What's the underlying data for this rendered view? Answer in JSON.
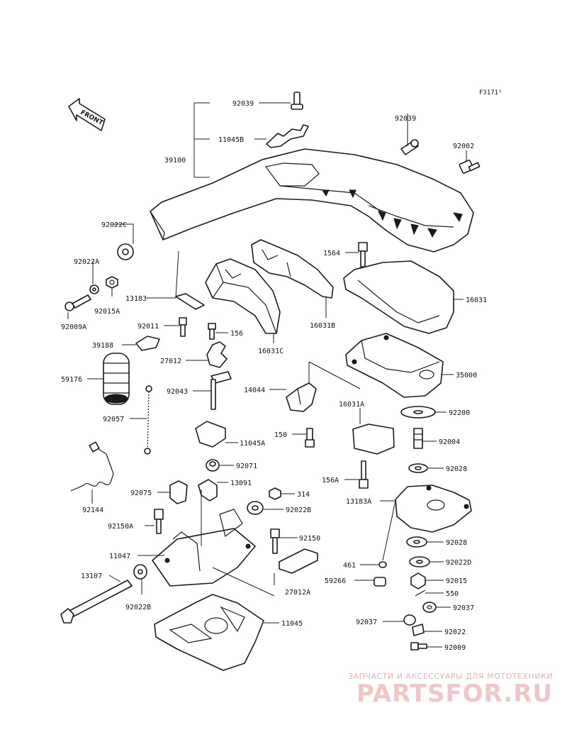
{
  "diagram": {
    "code": "F3171¹",
    "front_label": "FRONT",
    "callouts": [
      {
        "id": "c01",
        "label": "92039"
      },
      {
        "id": "c02",
        "label": "11045B"
      },
      {
        "id": "c03",
        "label": "39100"
      },
      {
        "id": "c04",
        "label": "92039"
      },
      {
        "id": "c05",
        "label": "92002"
      },
      {
        "id": "c06",
        "label": "92022C"
      },
      {
        "id": "c07",
        "label": "92022A"
      },
      {
        "id": "c08",
        "label": "92015A"
      },
      {
        "id": "c09",
        "label": "92009A"
      },
      {
        "id": "c10",
        "label": "13183"
      },
      {
        "id": "c11",
        "label": "1564"
      },
      {
        "id": "c12",
        "label": "16031"
      },
      {
        "id": "c13",
        "label": "16031B"
      },
      {
        "id": "c14",
        "label": "92011"
      },
      {
        "id": "c15",
        "label": "156"
      },
      {
        "id": "c16",
        "label": "39188"
      },
      {
        "id": "c17",
        "label": "16031C"
      },
      {
        "id": "c18",
        "label": "27012"
      },
      {
        "id": "c19",
        "label": "35000"
      },
      {
        "id": "c20",
        "label": "59176"
      },
      {
        "id": "c21",
        "label": "92043"
      },
      {
        "id": "c22",
        "label": "14044"
      },
      {
        "id": "c23",
        "label": "16031A"
      },
      {
        "id": "c24",
        "label": "92200"
      },
      {
        "id": "c25",
        "label": "92057"
      },
      {
        "id": "c26",
        "label": "11045A"
      },
      {
        "id": "c27",
        "label": "150"
      },
      {
        "id": "c28",
        "label": "92004"
      },
      {
        "id": "c29",
        "label": "92071"
      },
      {
        "id": "c30",
        "label": "92028"
      },
      {
        "id": "c31",
        "label": "156A"
      },
      {
        "id": "c32",
        "label": "13091"
      },
      {
        "id": "c33",
        "label": "92075"
      },
      {
        "id": "c34",
        "label": "314"
      },
      {
        "id": "c35",
        "label": "13183A"
      },
      {
        "id": "c36",
        "label": "92144"
      },
      {
        "id": "c37",
        "label": "92022B"
      },
      {
        "id": "c38",
        "label": "92150A"
      },
      {
        "id": "c39",
        "label": "92150"
      },
      {
        "id": "c40",
        "label": "92028"
      },
      {
        "id": "c41",
        "label": "11047"
      },
      {
        "id": "c42",
        "label": "461"
      },
      {
        "id": "c43",
        "label": "92022D"
      },
      {
        "id": "c44",
        "label": "13107"
      },
      {
        "id": "c45",
        "label": "59266"
      },
      {
        "id": "c46",
        "label": "27012A"
      },
      {
        "id": "c47",
        "label": "92015"
      },
      {
        "id": "c48",
        "label": "550"
      },
      {
        "id": "c49",
        "label": "92022B"
      },
      {
        "id": "c50",
        "label": "92037"
      },
      {
        "id": "c51",
        "label": "92037"
      },
      {
        "id": "c52",
        "label": "11045"
      },
      {
        "id": "c53",
        "label": "92022"
      },
      {
        "id": "c54",
        "label": "92009"
      }
    ]
  },
  "watermark": {
    "caption": "ЗАПЧАСТИ И АКСЕССУАРЫ ДЛЯ МОТОТЕХНИКИ",
    "brand": "PARTSFOR.RU"
  }
}
